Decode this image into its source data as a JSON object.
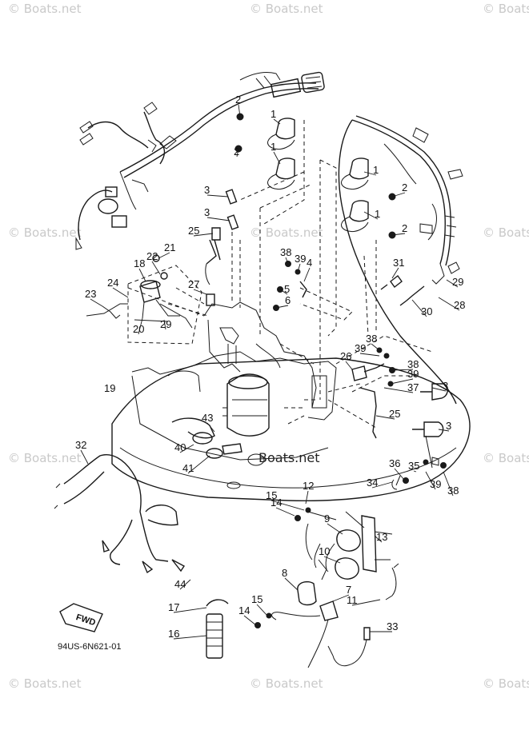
{
  "diagram": {
    "code": "94US-6N621-01",
    "fwd_label": "FWD",
    "watermark": "© Boats.net",
    "watermark_center": "Boats.net",
    "side_label": "19",
    "callouts": [
      "2",
      "1",
      "1",
      "2",
      "1",
      "2",
      "1",
      "2",
      "3",
      "3",
      "25",
      "38",
      "39",
      "4",
      "5",
      "6",
      "21",
      "22",
      "18",
      "24",
      "23",
      "20",
      "29",
      "27",
      "31",
      "29",
      "28",
      "30",
      "38",
      "39",
      "26",
      "38",
      "39",
      "37",
      "3",
      "25",
      "3",
      "43",
      "40",
      "41",
      "32",
      "36",
      "35",
      "34",
      "39",
      "38",
      "14",
      "15",
      "12",
      "9",
      "13",
      "10",
      "8",
      "7",
      "11",
      "44",
      "17",
      "16",
      "15",
      "14",
      "33"
    ]
  }
}
